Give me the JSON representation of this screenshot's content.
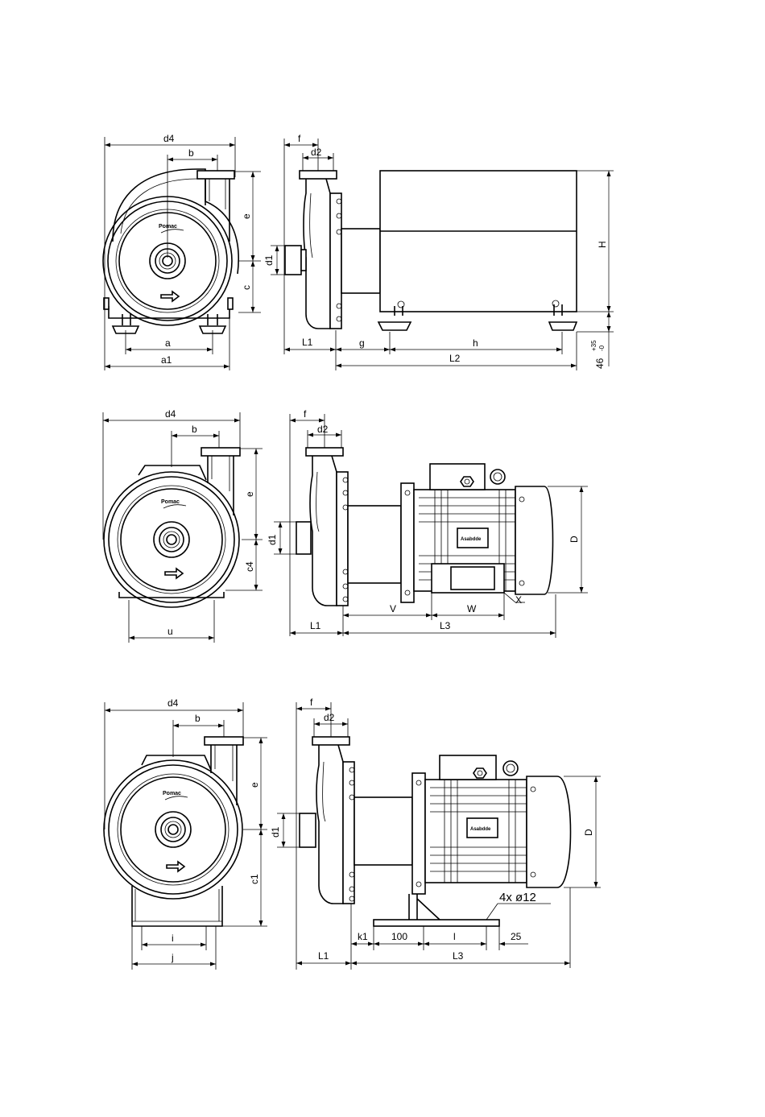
{
  "brand": {
    "pump_logo_text": "Pomac",
    "motor_plate_text": "Asabdde"
  },
  "views": [
    {
      "id": "view-1",
      "front_labels": {
        "d4": "d4",
        "b": "b",
        "e": "e",
        "c": "c",
        "a": "a",
        "a1": "a1"
      },
      "side_labels": {
        "f": "f",
        "d2": "d2",
        "d1": "d1",
        "H": "H",
        "L1": "L1",
        "g": "g",
        "h": "h",
        "L2": "L2",
        "tol_base": "46",
        "tol_upper": "+35",
        "tol_lower": "-0"
      }
    },
    {
      "id": "view-2",
      "front_labels": {
        "d4": "d4",
        "b": "b",
        "e": "e",
        "c4": "c4",
        "u": "u"
      },
      "side_labels": {
        "f": "f",
        "d2": "d2",
        "d1": "d1",
        "D": "D",
        "X": "X",
        "L1": "L1",
        "V": "V",
        "W": "W",
        "L3": "L3"
      }
    },
    {
      "id": "view-3",
      "front_labels": {
        "d4": "d4",
        "b": "b",
        "e": "e",
        "c1": "c1",
        "i": "i",
        "j": "j"
      },
      "side_labels": {
        "f": "f",
        "d2": "d2",
        "d1": "d1",
        "D": "D",
        "holes": "4x ø12",
        "k1": "k1",
        "dim100": "100",
        "l": "l",
        "dim25": "25",
        "L1": "L1",
        "L3": "L3"
      }
    }
  ]
}
